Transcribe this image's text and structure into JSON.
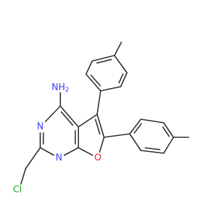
{
  "molecule": {
    "atom_labels": {
      "amine": "NH",
      "amine_subscript": "2",
      "ring_n_upper": "N",
      "ring_n_lower": "N",
      "furan_o": "O",
      "chlorine": "Cl"
    },
    "colors": {
      "bond": "#2b2b2b",
      "nitrogen": "#3a3aff",
      "oxygen": "#ff2020",
      "chlorine": "#1faa1f",
      "background": "#ffffff"
    }
  }
}
